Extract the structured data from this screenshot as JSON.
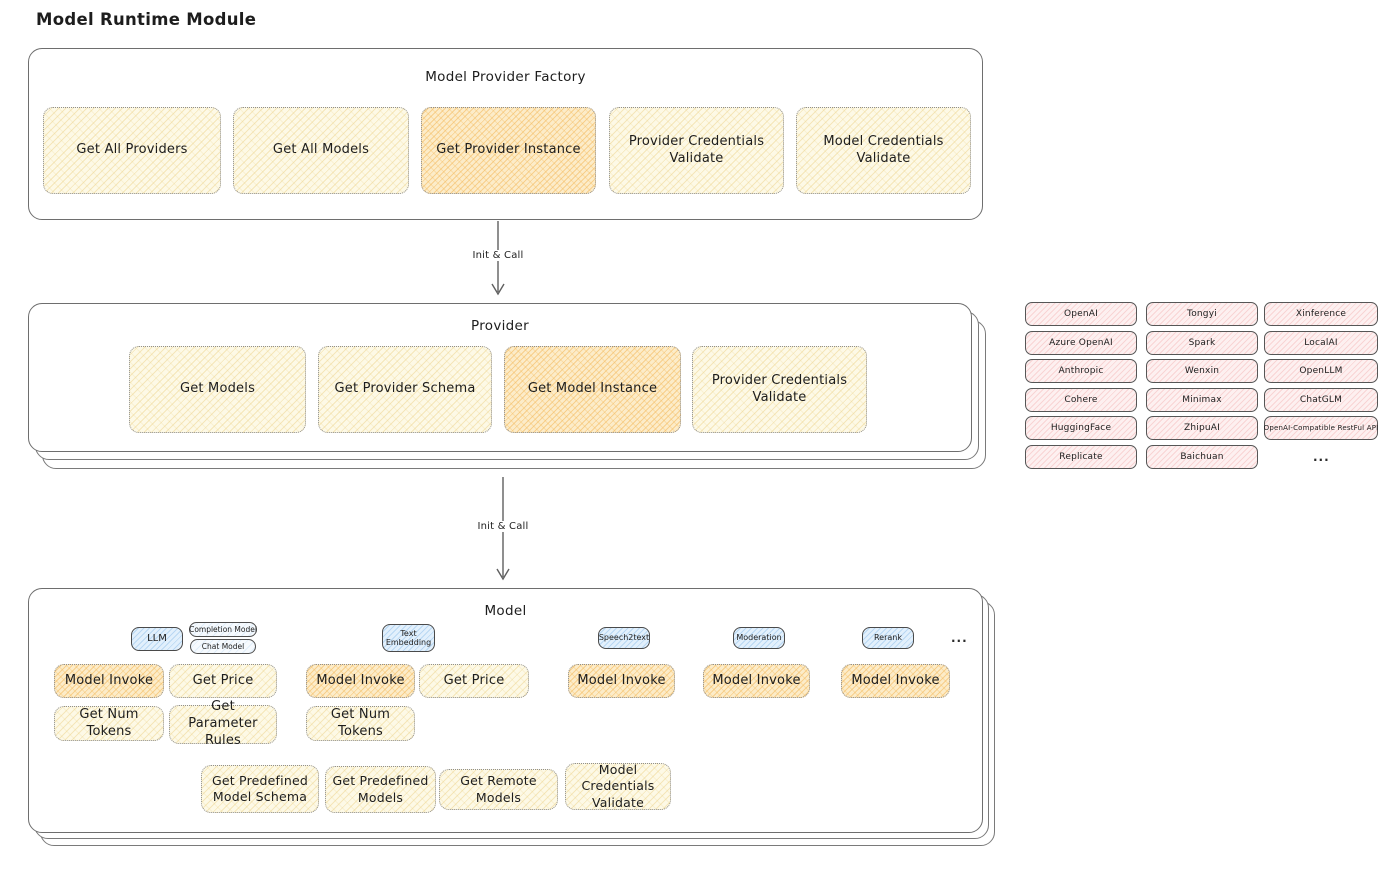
{
  "page": {
    "title": "Model Runtime Module"
  },
  "colors": {
    "yellow_fill": "#fdf9e6",
    "orange_fill": "#fcecc9",
    "pink_fill": "#fdf0f0",
    "blue_fill": "#e2f0fc",
    "outline": "#6e6e6e",
    "text": "#1d1d1d"
  },
  "factory": {
    "title": "Model Provider Factory",
    "items": [
      "Get All Providers",
      "Get All Models",
      "Get Provider Instance",
      "Provider Credentials Validate",
      "Model Credentials Validate"
    ]
  },
  "arrows": {
    "init_call_1": "Init & Call",
    "init_call_2": "Init & Call"
  },
  "provider": {
    "title": "Provider",
    "items": [
      "Get Models",
      "Get Provider Schema",
      "Get Model Instance",
      "Provider Credentials Validate"
    ]
  },
  "providers_list": {
    "column1": [
      "OpenAI",
      "Azure OpenAI",
      "Anthropic",
      "Cohere",
      "HuggingFace",
      "Replicate"
    ],
    "column2": [
      "Tongyi",
      "Spark",
      "Wenxin",
      "Minimax",
      "ZhipuAI",
      "Baichuan"
    ],
    "column3": [
      "Xinference",
      "LocalAI",
      "OpenLLM",
      "ChatGLM",
      "OpenAI-Compatible RestFul API"
    ],
    "more": "..."
  },
  "model": {
    "title": "Model",
    "types": {
      "llm": "LLM",
      "completion": "Completion Model",
      "chat": "Chat Model",
      "text_embedding": "Text Embedding",
      "speech2text": "Speech2text",
      "moderation": "Moderation",
      "rerank": "Rerank",
      "more": "..."
    },
    "operations": {
      "model_invoke": "Model Invoke",
      "get_price": "Get Price",
      "get_num_tokens": "Get Num Tokens",
      "get_parameter_rules": "Get Parameter Rules"
    },
    "bottom": [
      "Get Predefined Model Schema",
      "Get Predefined Models",
      "Get Remote Models",
      "Model Credentials Validate"
    ]
  }
}
